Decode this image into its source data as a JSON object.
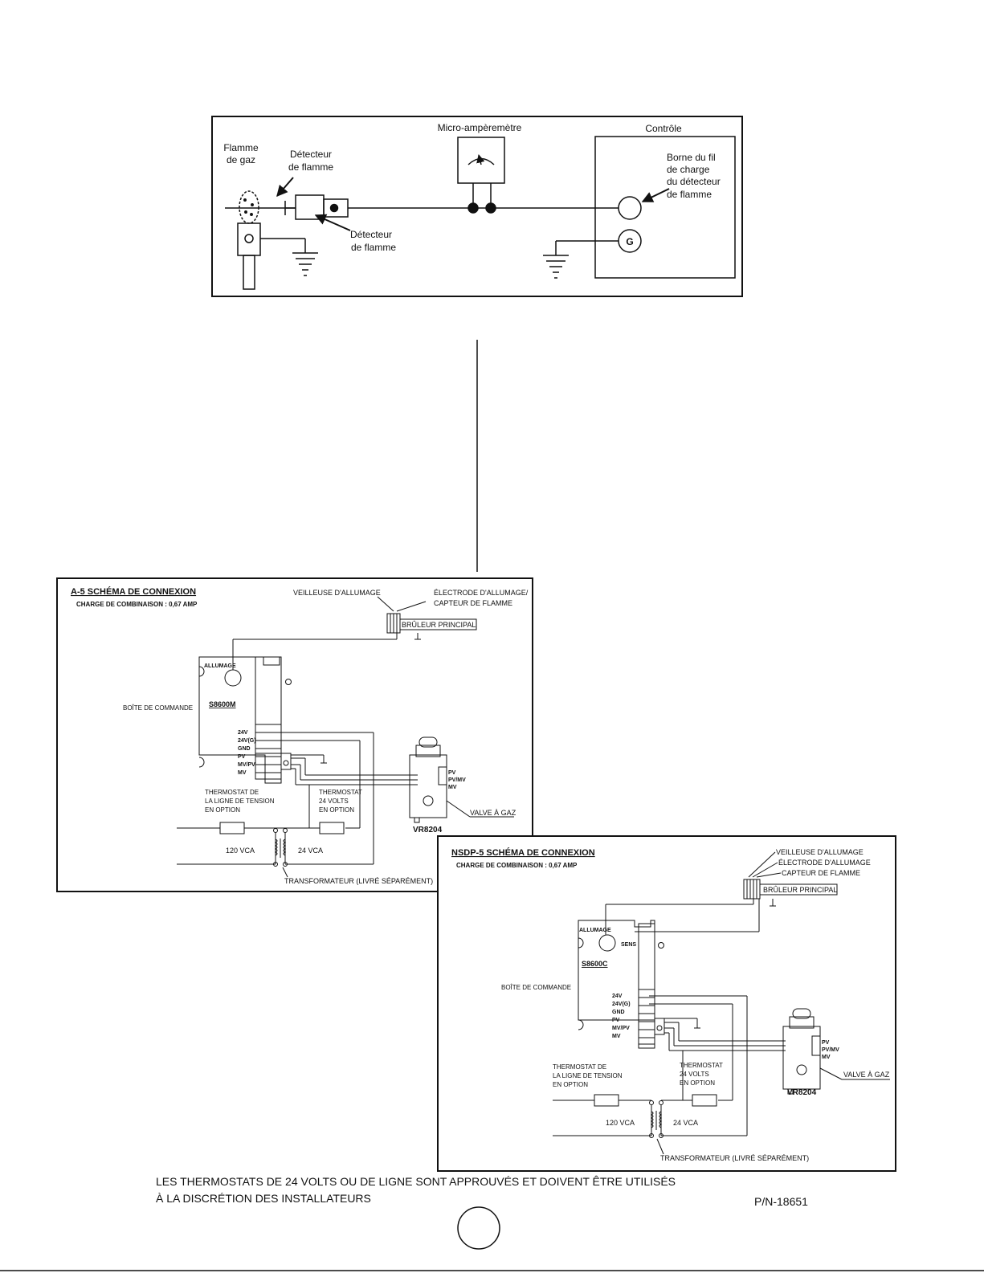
{
  "flame_sensor_diagram": {
    "flame_label_1": "Flamme",
    "flame_label_2": "de gaz",
    "sensor_label_top_1": "Détecteur",
    "sensor_label_top_2": "de flamme",
    "sensor_label_bottom_1": "Détecteur",
    "sensor_label_bottom_2": "de flamme",
    "meter_label": "Micro-ampèremètre",
    "control_label": "Contrôle",
    "terminal_label_1": "Borne du fil",
    "terminal_label_2": "de charge",
    "terminal_label_3": "du détecteur",
    "terminal_label_4": "de flamme",
    "ground_terminal": "G"
  },
  "a5_diagram": {
    "title": "A-5 SCHÉMA DE CONNEXION",
    "subtitle": "CHARGE DE COMBINAISON : 0,67 AMP",
    "pilot_label": "VEILLEUSE D'ALLUMAGE",
    "electrode_label_1": "ÉLECTRODE D'ALLUMAGE/",
    "electrode_label_2": "CAPTEUR DE FLAMME",
    "burner_label": "BRÛLEUR PRINCIPAL",
    "ignition_label": "ALLUMAGE",
    "control_box_label": "BOÎTE DE COMMANDE",
    "module_label": "S8600M",
    "terminals": [
      "24V",
      "24V(G)",
      "GND",
      "PV",
      "MV/PV",
      "MV"
    ],
    "valve_terminals": [
      "PV",
      "PV/MV",
      "MV"
    ],
    "line_thermostat_1": "THERMOSTAT DE",
    "line_thermostat_2": "LA LIGNE DE TENSION",
    "line_thermostat_3": "EN OPTION",
    "low_thermostat_1": "THERMOSTAT",
    "low_thermostat_2": "24 VOLTS",
    "low_thermostat_3": "EN OPTION",
    "valve_label": "VALVE À GAZ",
    "valve_model": "VR8204",
    "vac_label": "120 VCA",
    "v24_label": "24 VCA",
    "transformer_label": "TRANSFORMATEUR (LIVRÉ SÉPARÉMENT)"
  },
  "nsdp5_diagram": {
    "title": "NSDP-5 SCHÉMA DE CONNEXION",
    "subtitle": "CHARGE DE COMBINAISON : 0,67 AMP",
    "pilot_label": "VEILLEUSE D'ALLUMAGE",
    "electrode_label": "ÉLECTRODE D'ALLUMAGE",
    "sensor_label": "CAPTEUR DE FLAMME",
    "burner_label": "BRÛLEUR PRINCIPAL",
    "ignition_label": "ALLUMAGE",
    "sens_label": "SENS",
    "control_box_label": "BOÎTE DE COMMANDE",
    "module_label": "S8600C",
    "terminals": [
      "24V",
      "24V(G)",
      "GND",
      "PV",
      "MV/PV",
      "MV"
    ],
    "valve_terminals": [
      "PV",
      "PV/MV",
      "MV"
    ],
    "line_thermostat_1": "THERMOSTAT DE",
    "line_thermostat_2": "LA LIGNE DE TENSION",
    "line_thermostat_3": "EN OPTION",
    "low_thermostat_1": "THERMOSTAT",
    "low_thermostat_2": "24 VOLTS",
    "low_thermostat_3": "EN OPTION",
    "valve_label": "VALVE À GAZ",
    "valve_model": "VR8204",
    "vac_label": "120 VCA",
    "v24_label": "24 VCA",
    "transformer_label": "TRANSFORMATEUR (LIVRÉ SÉPARÉMENT)"
  },
  "footer": {
    "note_line_1": "LES THERMOSTATS DE 24 VOLTS OU DE LIGNE SONT APPROUVÉS ET DOIVENT ÊTRE UTILISÉS",
    "note_line_2": "À LA DISCRÉTION DES INSTALLATEURS",
    "part_number": "P/N-18651"
  }
}
